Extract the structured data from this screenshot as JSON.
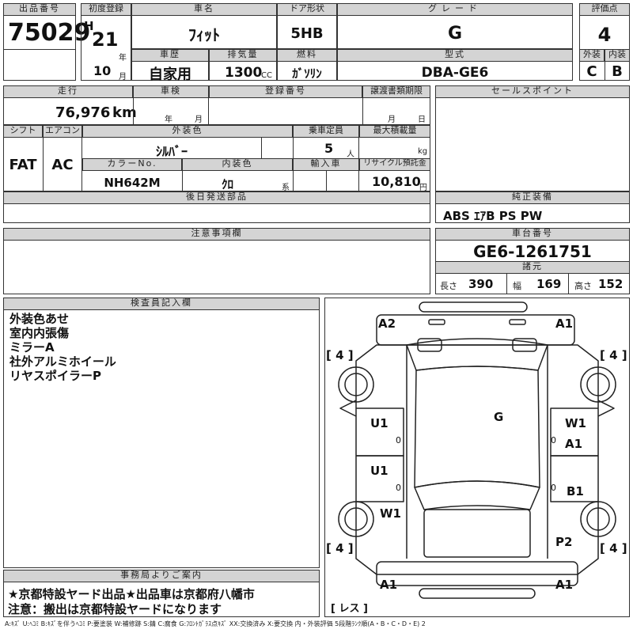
{
  "header": {
    "lot_label": "出品番号",
    "lot": "75029",
    "reg_label": "初度登録",
    "era": "H",
    "year": "21",
    "year_unit": "年",
    "month": "10",
    "month_unit": "月",
    "name_label": "車名",
    "name": "ﾌｨｯﾄ",
    "door_label": "ドア形状",
    "door": "5HB",
    "grade_label": "グレード",
    "grade": "G",
    "score_label": "評価点",
    "score": "4",
    "history_label": "車歴",
    "history": "自家用",
    "displacement_label": "排気量",
    "displacement": "1300",
    "displacement_unit": "CC",
    "fuel_label": "燃料",
    "fuel": "ｶﾞｿﾘﾝ",
    "model_label": "型式",
    "model": "DBA-GE6",
    "ext_label": "外装",
    "ext": "C",
    "int_label": "内装",
    "int": "B"
  },
  "row2": {
    "mileage_label": "走行",
    "mileage": "76,976",
    "mileage_unit": "km",
    "inspection_label": "車検",
    "inspection_year_unit": "年",
    "inspection_month_unit": "月",
    "regno_label": "登録番号",
    "transfer_label": "譲渡書類期限",
    "transfer_month_unit": "月",
    "transfer_day_unit": "日",
    "sales_label": "セールスポイント"
  },
  "row3": {
    "shift_label": "シフト",
    "shift": "FAT",
    "ac_label": "エアコン",
    "ac": "AC",
    "color_label": "外装色",
    "color": "ｼﾙﾊﾞｰ",
    "seats_label": "乗車定員",
    "seats": "5",
    "seats_unit": "人",
    "load_label": "最大積載量",
    "load_unit": "kg",
    "colorno_label": "カラーNo.",
    "colorno": "NH642M",
    "intcolor_label": "内装色",
    "intcolor": "ｸﾛ",
    "intcolor_unit": "系",
    "import_label": "輸入車",
    "recycle_label": "リサイクル預託金",
    "recycle": "10,810",
    "recycle_unit": "円"
  },
  "later_parts_label": "後日発送部品",
  "equipment_label": "純正装備",
  "equipment": "ABS ｴｱB PS PW",
  "notes_label": "注意事項欄",
  "chassis_label": "車台番号",
  "chassis": "GE6-1261751",
  "specs_label": "諸元",
  "specs": {
    "length_label": "長さ",
    "length": "390",
    "width_label": "幅",
    "width": "169",
    "height_label": "高さ",
    "height": "152"
  },
  "inspector_label": "検査員記入欄",
  "inspector_notes": [
    "外装色あせ",
    "室内内張傷",
    "ミラーA",
    "社外アルミホイール",
    "リヤスポイラーP"
  ],
  "office_label": "事務局よりご案内",
  "office_notes": [
    "★京都特設ヤード出品★出品車は京都府八幡市",
    "注意：搬出は京都特設ヤードになります"
  ],
  "diagram": {
    "labels": {
      "a2": "A2",
      "a1_top": "A1",
      "tl": "[ 4 ]",
      "tr": "[ 4 ]",
      "g": "G",
      "u1_a": "U1",
      "u1_b": "U1",
      "w1_r": "W1",
      "a1_r": "A1",
      "b1": "B1",
      "w1_l": "W1",
      "p2": "P2",
      "bl": "[ 4 ]",
      "br": "[ 4 ]",
      "a1_bl": "A1",
      "a1_br": "A1",
      "resu": "[ レス ]",
      "z1": "0",
      "z2": "0",
      "z3": "0",
      "z4": "0"
    }
  },
  "footer": "A:ｷｽﾞ U:ﾍｺﾐ B:ｷｽﾞを伴うﾍｺﾐ P:要塗装 W:補修跡 S:錆 C:腐食 G:ﾌﾛﾝﾄｶﾞﾗｽ点ｷｽﾞ XX:交換済み X:要交換 内・外装評価 5段階ﾗﾝｸ順(A・B・C・D・E) 2"
}
